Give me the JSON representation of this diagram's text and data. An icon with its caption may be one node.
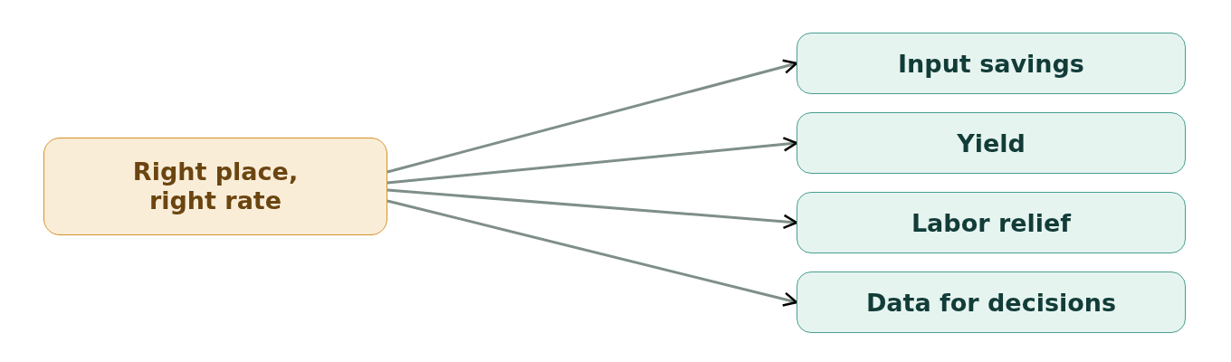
{
  "diagram": {
    "nodes": [
      {
        "text": [
          "Right place, right rate"
        ]
      },
      {
        "text": [
          "Input savings"
        ]
      },
      {
        "text": [
          "Yield"
        ]
      },
      {
        "text": [
          "Labor relief"
        ]
      },
      {
        "text": [
          "Data for decisions"
        ]
      }
    ],
    "edges": [
      {
        "from": 0,
        "to": 1,
        "arrow": "to"
      },
      {
        "from": 0,
        "to": 2,
        "arrow": "to"
      },
      {
        "from": 0,
        "to": 3,
        "arrow": "to"
      },
      {
        "from": 0,
        "to": 4,
        "arrow": "to"
      }
    ]
  }
}
